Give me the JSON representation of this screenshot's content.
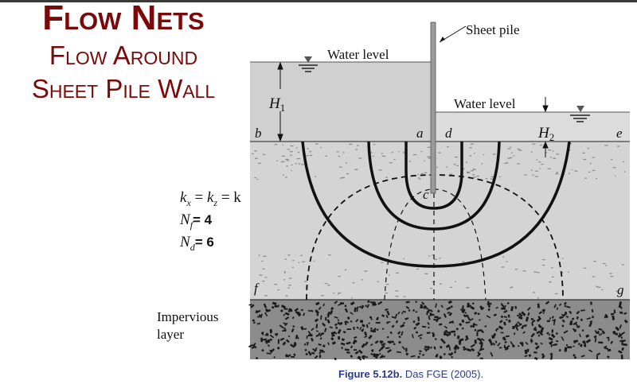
{
  "slide": {
    "title": "Flow Nets",
    "subtitle_line1": "Flow Around",
    "subtitle_line2": "Sheet Pile Wall"
  },
  "diagram": {
    "sheet_pile_label": "Sheet pile",
    "water_level_upstream": "Water level",
    "water_level_downstream": "Water level",
    "head_upstream": "H",
    "head_upstream_sub": "1",
    "head_downstream": "H",
    "head_downstream_sub": "2",
    "points": {
      "b": "b",
      "a": "a",
      "d": "d",
      "e": "e",
      "c": "c",
      "f": "f",
      "g": "g"
    },
    "impervious_line1": "Impervious",
    "impervious_line2": "layer"
  },
  "parameters": {
    "k_line": "= k",
    "kx": "k",
    "kx_sub": "x",
    "kz": "k",
    "kz_sub": "z",
    "nf_symbol": "N",
    "nf_sub": "f",
    "nf_value": "= 4",
    "nd_symbol": "N",
    "nd_sub": "d",
    "nd_value": "= 6"
  },
  "caption": {
    "figure": "Figure 5.12b.",
    "source": "Das FGE (2005)."
  },
  "colors": {
    "title": "#7a0a0a",
    "caption": "#2b3a8c",
    "water": "#d0d0d0",
    "soil": "#d4d4d4",
    "impervious": "#8c8c8c"
  }
}
